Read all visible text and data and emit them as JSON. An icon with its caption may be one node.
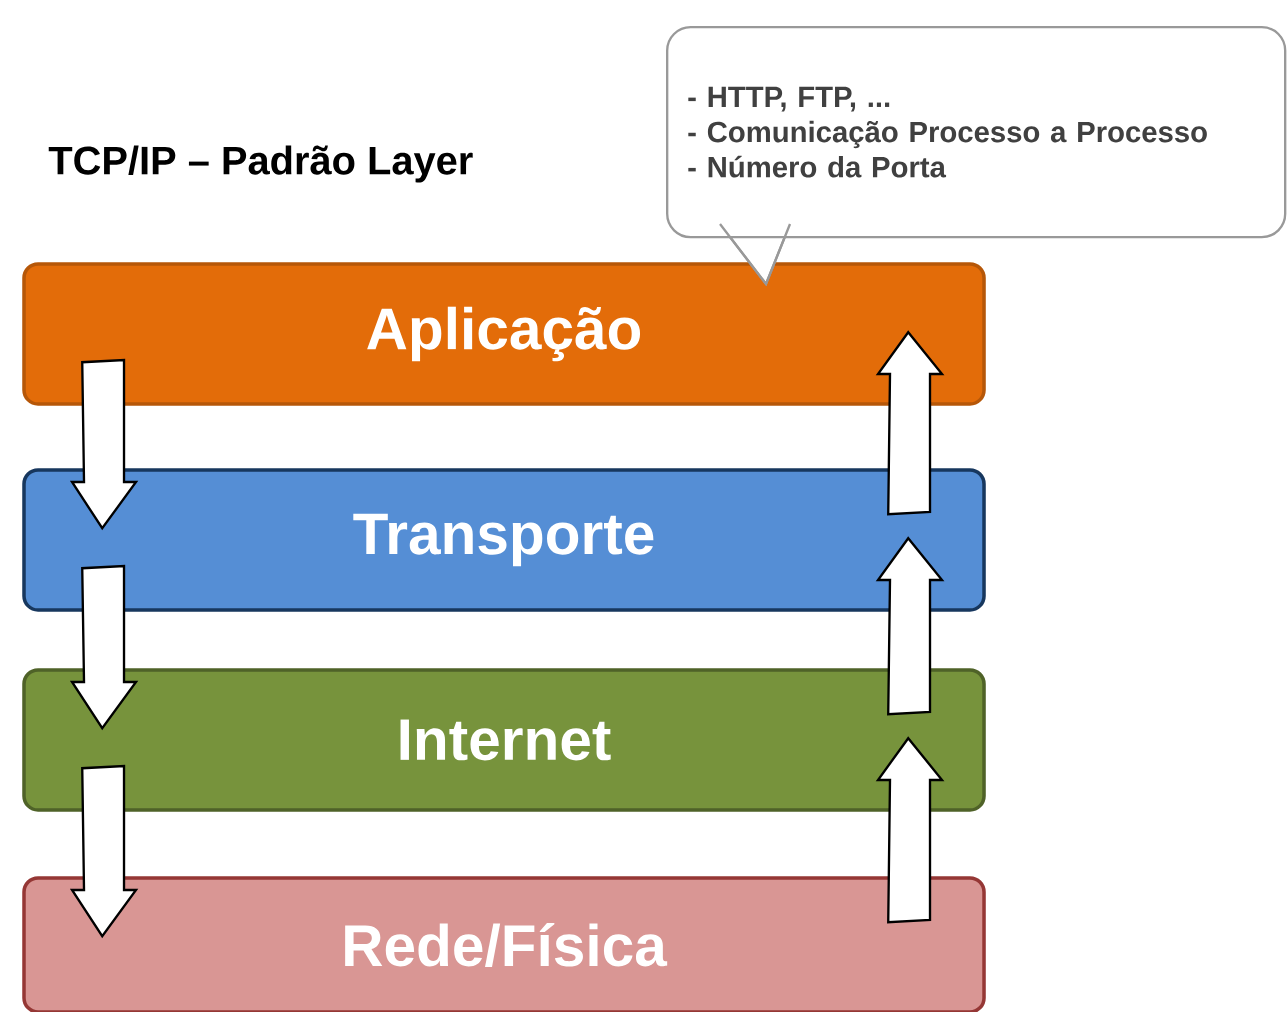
{
  "diagram": {
    "title": "TCP/IP – Padrão Layer",
    "nodes": [
      {
        "text": [
          "Aplicação"
        ]
      },
      {
        "text": [
          "Transporte"
        ]
      },
      {
        "text": [
          "Internet"
        ]
      },
      {
        "text": [
          "Rede/Física"
        ]
      },
      {
        "text": [
          "- HTTP, FTP, ...",
          "- Comunicação Processo a Processo",
          "- Número da Porta"
        ]
      }
    ],
    "edges": [
      {
        "from": 0,
        "to": 1,
        "arrow": "to"
      },
      {
        "from": 1,
        "to": 2,
        "arrow": "to"
      },
      {
        "from": 2,
        "to": 3,
        "arrow": "to"
      },
      {
        "from": 3,
        "to": 2,
        "arrow": "to"
      },
      {
        "from": 2,
        "to": 1,
        "arrow": "to"
      },
      {
        "from": 1,
        "to": 0,
        "arrow": "to"
      }
    ]
  }
}
